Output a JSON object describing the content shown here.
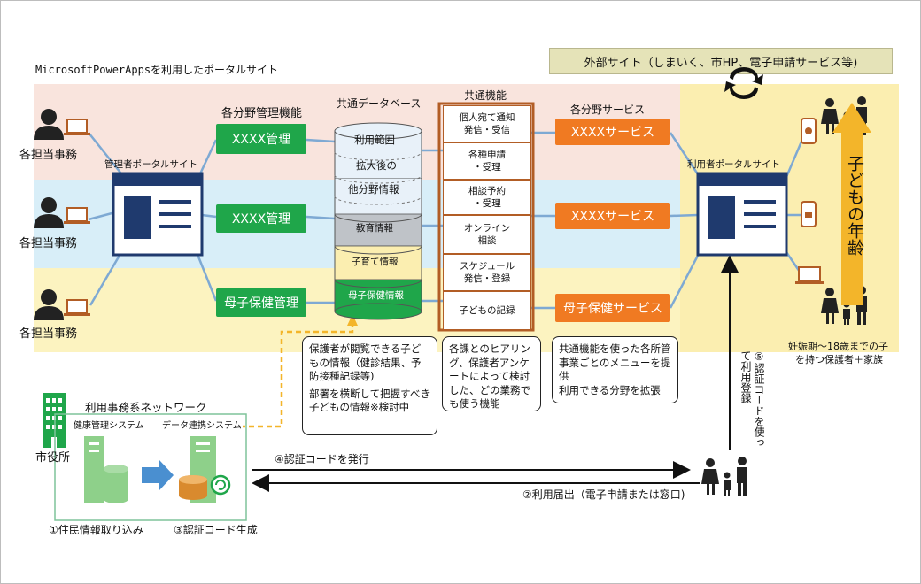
{
  "header": {
    "portal_title": "MicrosoftPowerAppsを利用したポータルサイト",
    "external_site": "外部サイト（しまいく、市HP、電子申請サービス等)"
  },
  "staff": {
    "label": "各担当事務"
  },
  "admin_portal": "管理者ポータルサイト",
  "user_portal": "利用者ポータルサイト",
  "management": {
    "heading": "各分野管理機能",
    "items": [
      "XXXX管理",
      "XXXX管理",
      "母子保健管理"
    ]
  },
  "database": {
    "heading": "共通データベース",
    "layers": [
      "利用範囲",
      "拡大後の",
      "他分野情報",
      "教育情報",
      "子育て情報",
      "母子保健情報"
    ]
  },
  "functions": {
    "heading": "共通機能",
    "items": [
      "個人宛て通知\n発信・受信",
      "各種申請\n・受理",
      "相談予約\n・受理",
      "オンライン\n相談",
      "スケジュール\n発信・登録",
      "子どもの記録"
    ]
  },
  "services": {
    "heading": "各分野サービス",
    "items": [
      "XXXXサービス",
      "XXXXサービス",
      "母子保健サービス"
    ]
  },
  "notes": {
    "db_note_1": "保護者が閲覧できる子どもの情報（健診結果、予防接種記録等)",
    "db_note_2": "部署を横断して把握すべき子どもの情報※検討中",
    "func_note": "各課とのヒアリング、保護者アンケートによって検討した、どの業務でも使う機能",
    "service_note_1": "共通機能を使った各所管事業ごとのメニューを提供",
    "service_note_2": "利用できる分野を拡張"
  },
  "age": {
    "label": "子どもの年齢",
    "caption_1": "妊娠期～18歳までの子",
    "caption_2": "を持つ保護者＋家族"
  },
  "city": {
    "office": "市役所",
    "network": "利用事務系ネットワーク",
    "health_system": "健康管理システム",
    "data_system": "データ連携システム",
    "step1": "①住民情報取り込み",
    "step3": "③認証コード生成"
  },
  "flow": {
    "step4": "④認証コードを発行",
    "step2": "②利用届出（電子申請または窓口)",
    "step5": "⑤認証コードを使って利用登録"
  },
  "colors": {
    "band_pink": "#f9e4dd",
    "band_blue": "#d8eef8",
    "band_yellow": "#fcf3c0",
    "green": "#1fa64a",
    "orange": "#f07a22",
    "navy": "#1f3a6e",
    "line_blue": "#7ea9d3"
  }
}
